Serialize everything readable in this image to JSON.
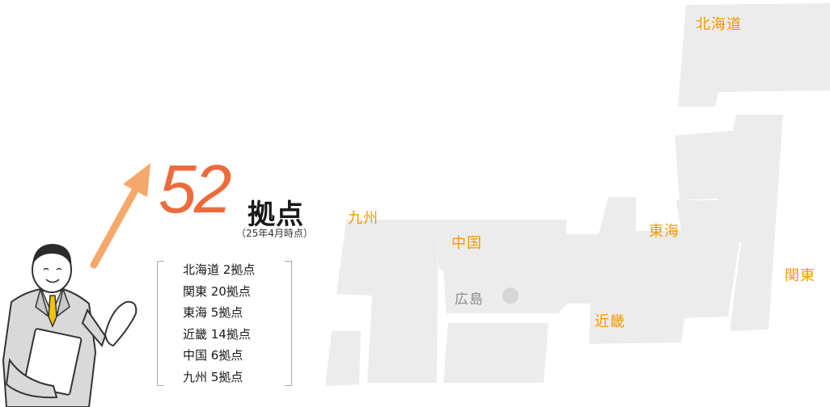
{
  "summary": {
    "count": "52",
    "unit": "拠点",
    "as_of": "（25年4月時点）"
  },
  "breakdown": [
    "北海道 2拠点",
    "関東 20拠点",
    "東海 5拠点",
    "近畿 14拠点",
    "中国 6拠点",
    "九州 5拠点"
  ],
  "map": {
    "region_labels": {
      "hokkaido": "北海道",
      "kanto": "関東",
      "tokai": "東海",
      "kinki": "近畿",
      "chugoku": "中国",
      "kyushu": "九州"
    },
    "city_label": "広島"
  },
  "colors": {
    "accent_orange": "#ec6b3c",
    "region_label": "#f39800",
    "map_fill": "#ececec",
    "arrow": "#f5a86a"
  }
}
